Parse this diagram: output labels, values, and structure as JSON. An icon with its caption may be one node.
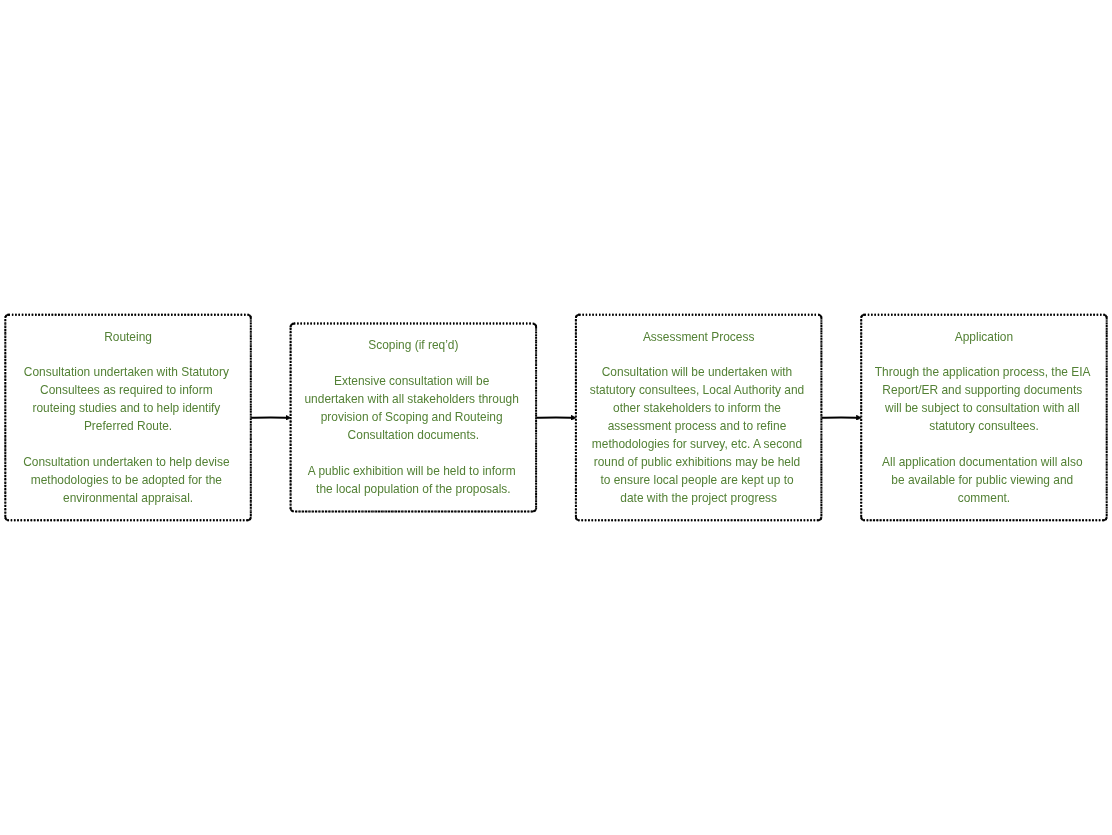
{
  "diagram": {
    "nodes": [
      {
        "text": [
          "Routeing",
          "Consultation undertaken with Statutory Consultees as required to inform routeing studies and to help identify Preferred Route.",
          "Consultation undertaken to help devise methodologies to be adopted for the environmental appraisal."
        ]
      },
      {
        "text": [
          "Scoping (if req’d)",
          "Extensive consultation will be undertaken with all stakeholders through provision of Scoping and Routeing Consultation documents.",
          "A public exhibition will be held to inform the local population of the proposals."
        ]
      },
      {
        "text": [
          "Application",
          "Through the application process, the EIA Report/ER and supporting documents will be subject to consultation with all statutory consultees.",
          "All application documentation will also be available for public viewing and comment."
        ]
      },
      {
        "text": [
          "Assessment Process",
          "Consultation will be undertaken with statutory consultees, Local Authority and other stakeholders to inform the assessment process and to refine methodologies for survey, etc. A second round of public exhibitions may be held to ensure local people are kept up to date with the project progress"
        ]
      }
    ],
    "edges": [
      {
        "from": 0,
        "to": 1,
        "arrow": "to"
      },
      {
        "from": 1,
        "to": 3,
        "arrow": "to"
      },
      {
        "from": 3,
        "to": 2,
        "arrow": "to"
      }
    ]
  }
}
